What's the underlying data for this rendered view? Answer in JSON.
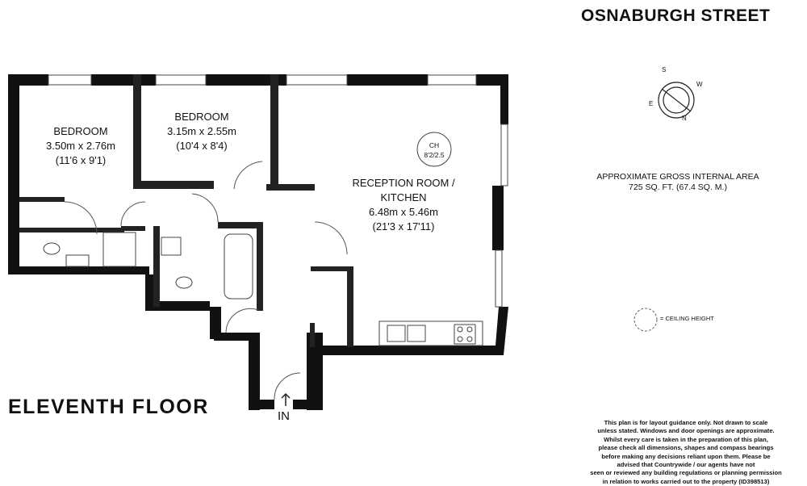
{
  "header": {
    "street": "OSNABURGH STREET"
  },
  "floor_label": "ELEVENTH  FLOOR",
  "entrance_label": "IN",
  "rooms": [
    {
      "name": "BEDROOM",
      "size_m": "3.50m x 2.76m",
      "size_ft": "(11'6 x 9'1)"
    },
    {
      "name": "BEDROOM",
      "size_m": "3.15m x 2.55m",
      "size_ft": "(10'4 x 8'4)"
    },
    {
      "name": "RECEPTION ROOM /",
      "name2": "KITCHEN",
      "size_m": "6.48m x 5.46m",
      "size_ft": "(21'3 x 17'11)"
    }
  ],
  "ceiling_marker": {
    "label": "CH",
    "value": "8'2/2.5"
  },
  "area": {
    "line1": "APPROXIMATE GROSS INTERNAL AREA",
    "line2": "725 SQ. FT. (67.4 SQ. M.)"
  },
  "ceiling_legend": "= CEILING HEIGHT",
  "compass": {
    "s": "S",
    "w": "W",
    "e": "E",
    "n": "N"
  },
  "disclaimer": [
    "This plan is for layout guidance only. Not drawn to scale",
    "unless stated. Windows and door openings are approximate.",
    "Whilst every care is taken in the preparation of this plan,",
    "please check all dimensions, shapes and compass bearings",
    "before making any decisions reliant upon them. Please be",
    "advised that Countrywide / our agents have not",
    "seen or reviewed any building regulations or planning permission",
    "in relation to works carried out to the property (ID398513)"
  ],
  "colors": {
    "wall": "#111111",
    "line": "#333333"
  }
}
